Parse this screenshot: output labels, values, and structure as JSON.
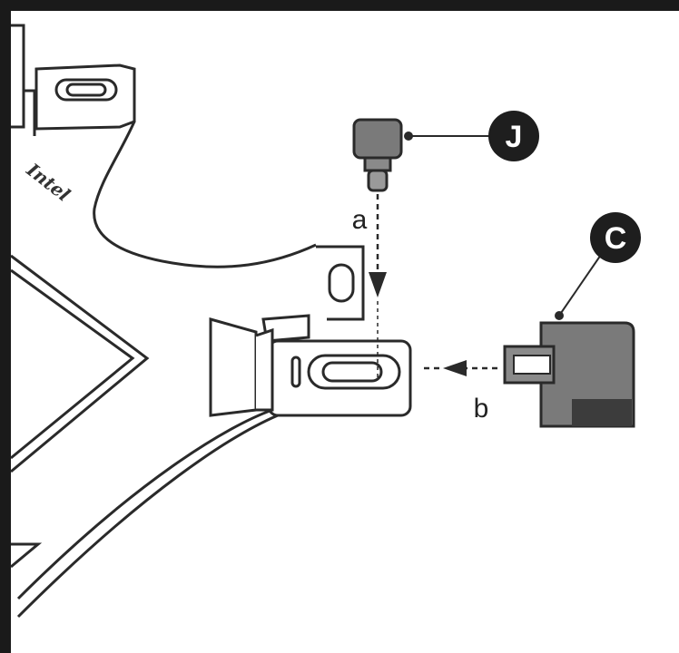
{
  "callouts": {
    "screw_label": "J",
    "connector_label": "C"
  },
  "steps": {
    "step_a": "a",
    "step_b": "b"
  },
  "logo": {
    "text": "Intel"
  },
  "colors": {
    "frame": "#1a1a1a",
    "part_fill": "#7a7a7a",
    "part_dark": "#3c3c3c",
    "callout_fill": "#1e1e1e",
    "line": "#2a2a2a"
  }
}
